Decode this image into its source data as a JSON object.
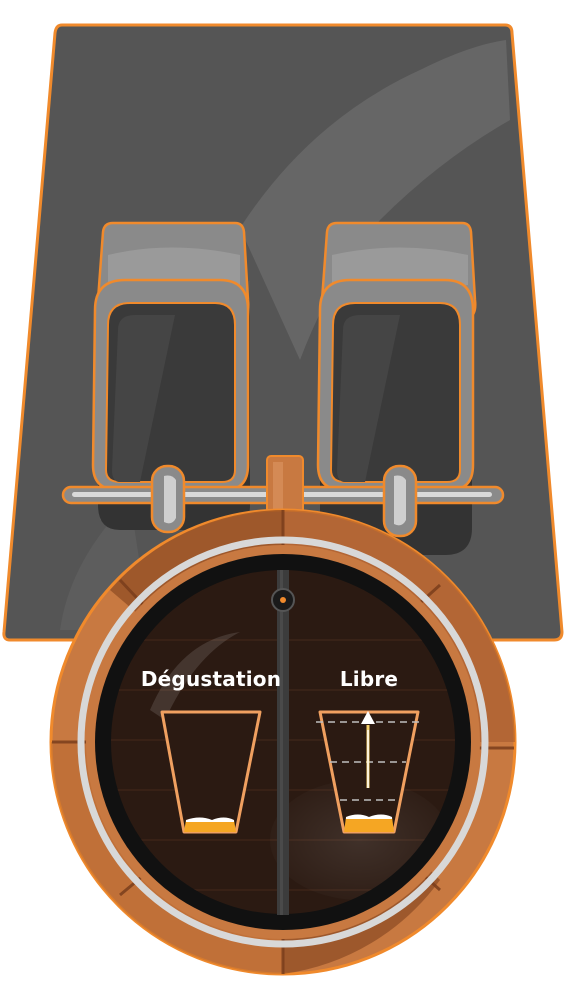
{
  "modes": {
    "degustation": {
      "label": "Dégustation",
      "fill_level": 0.12
    },
    "libre": {
      "label": "Libre",
      "fill_level": 0.15
    }
  },
  "colors": {
    "housing": "#555555",
    "housing_border": "#F08A2C",
    "copper": "#C87941",
    "copper_dark": "#9A5129",
    "dial_face": "#2B1A12",
    "beer": "#F5A623",
    "glass_outline": "#F0A060",
    "indicator": "#F08A2C"
  },
  "icons": {
    "indicator": "status-dot-icon",
    "arrow": "arrow-up-icon"
  }
}
